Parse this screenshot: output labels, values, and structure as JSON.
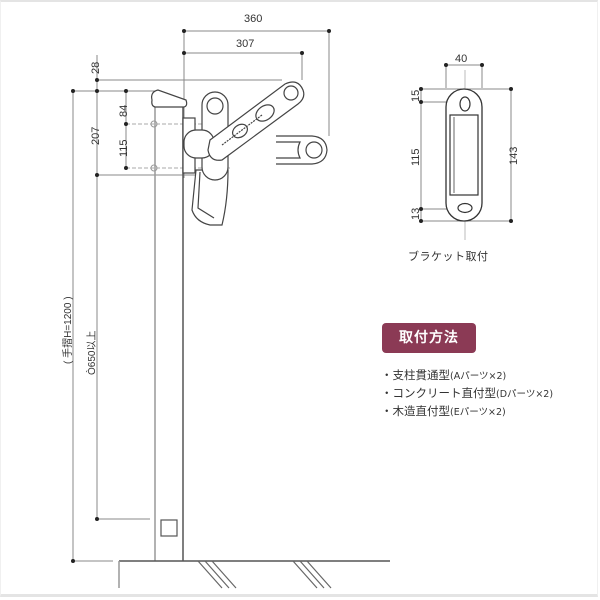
{
  "diagram": {
    "type": "technical-dimension-drawing",
    "subject": "wall-mounted folding drying arm on post",
    "dimensions_mm": {
      "arm_reach_total": "360",
      "arm_reach_inner": "307",
      "top_offset": "28",
      "bracket_height_total": "207",
      "hole_offset_upper": "84",
      "hole_spacing": "115",
      "post_height_note": "( 手摺H=1200 )",
      "embed_depth_note": "Ò650以上"
    },
    "bracket_detail": {
      "width": "40",
      "top_margin": "15",
      "hole_spacing": "115",
      "bottom_margin": "13",
      "total_height": "143",
      "caption": "ブラケット取付"
    },
    "mounting": {
      "title": "取付方法",
      "badge_color": "#8b3a55",
      "items": [
        {
          "label": "・支柱貫通型",
          "note": "(Aパーツ×2)"
        },
        {
          "label": "・コンクリート直付型",
          "note": "(Dパーツ×2)"
        },
        {
          "label": "・木造直付型",
          "note": "(Eパーツ×2)"
        }
      ]
    }
  }
}
